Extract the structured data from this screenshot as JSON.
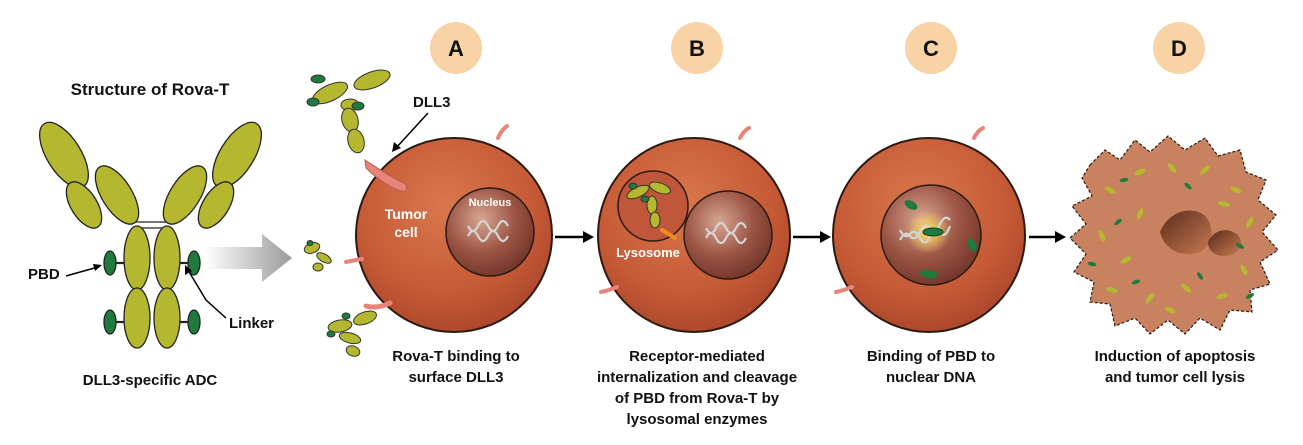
{
  "structure": {
    "title": "Structure of Rova-T",
    "caption": "DLL3-specific ADC",
    "labels": {
      "pbd": "PBD",
      "linker": "Linker"
    }
  },
  "labels": {
    "dll3": "DLL3",
    "tumor_cell_line1": "Tumor",
    "tumor_cell_line2": "cell",
    "nucleus": "Nucleus",
    "lysosome": "Lysosome"
  },
  "steps": [
    {
      "letter": "A",
      "caption_lines": [
        "Rova-T binding to",
        "surface DLL3"
      ]
    },
    {
      "letter": "B",
      "caption_lines": [
        "Receptor-mediated",
        "internalization and cleavage",
        "of PBD from Rova-T by",
        "lysosomal enzymes"
      ]
    },
    {
      "letter": "C",
      "caption_lines": [
        "Binding of PBD to",
        "nuclear DNA"
      ]
    },
    {
      "letter": "D",
      "caption_lines": [
        "Induction of apoptosis",
        "and tumor cell lysis"
      ]
    }
  ],
  "colors": {
    "antibody": "#b5b82e",
    "drug": "#1f7a3e",
    "cell": "#c65a36",
    "dll3": "#e8857a",
    "badge": "#f7d3a6",
    "arrow": "#000000"
  }
}
